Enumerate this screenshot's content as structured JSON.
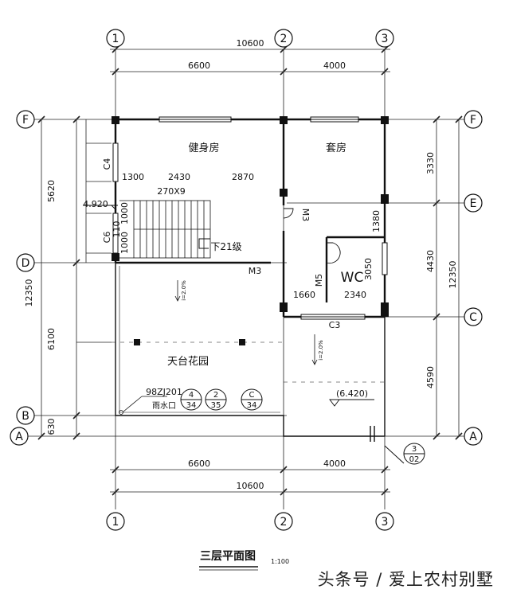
{
  "axes_top": [
    "1",
    "2",
    "3"
  ],
  "axes_left": [
    "F",
    "E",
    "D",
    "C",
    "B",
    "A"
  ],
  "dims": {
    "total_width": "10600",
    "seg_left": "6600",
    "seg_right": "4000",
    "right_3330": "3330",
    "right_4430": "4430",
    "right_4590": "4590",
    "right_total": "12350",
    "left_5620": "5620",
    "left_6100": "6100",
    "left_630": "630",
    "left_total": "12350",
    "d1300": "1300",
    "d2430": "2430",
    "d2870": "2870",
    "d270x9": "270X9",
    "d1000a": "1000",
    "d1000b": "1000",
    "d1380": "1380",
    "d3050": "3050",
    "d1660": "1660",
    "d2340": "2340",
    "d110": "110",
    "d10": "10",
    "lvl_4920": "4.920",
    "lvl_6420": "(6.420)"
  },
  "rooms": {
    "gym": "健身房",
    "suite": "套房",
    "terrace": "天台花园",
    "wc": "WC"
  },
  "labels": {
    "c4": "C4",
    "c6": "C6",
    "m3a": "M3",
    "m3b": "M3",
    "m5": "M5",
    "c3": "C3",
    "stairs_down": "下21级",
    "slope1": "i=2.0%",
    "slope2": "i=2.0%",
    "std_ref": "98ZJ201",
    "drain": "雨水口",
    "det1_top": "4",
    "det1_bot": "34",
    "det2_top": "2",
    "det2_bot": "35",
    "det3_top": "C",
    "det3_bot": "34",
    "det4_top": "3",
    "det4_bot": "02"
  },
  "title": "三层平面图",
  "scale": "1:100",
  "watermark": "头条号 / 爱上农村别墅"
}
